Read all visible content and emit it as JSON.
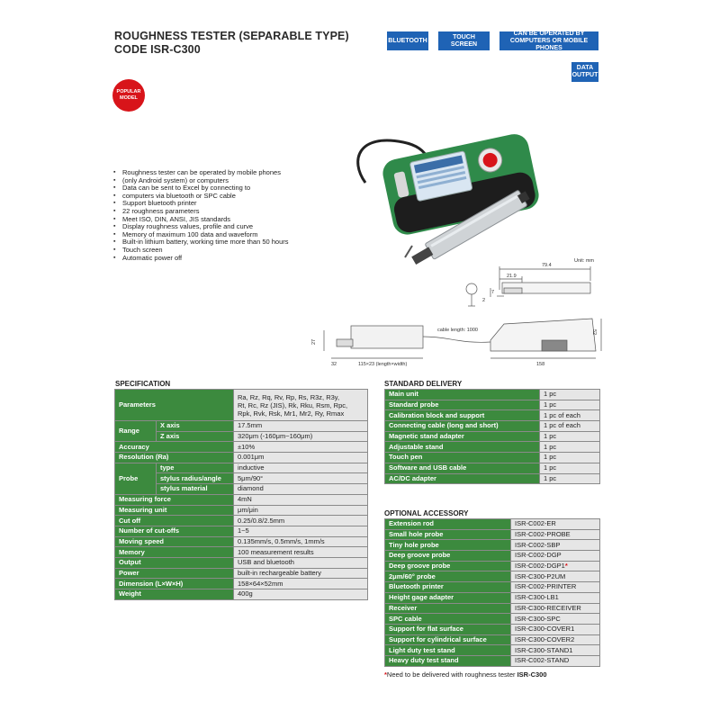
{
  "header": {
    "title_line1": "ROUGHNESS TESTER (SEPARABLE TYPE)",
    "title_line2": "CODE ISR-C300"
  },
  "badges": {
    "bluetooth": "BLUETOOTH",
    "touch_screen": "TOUCH SCREEN",
    "computers_line1": "CAN BE OPERATED BY",
    "computers_line2": "COMPUTERS OR MOBILE PHONES",
    "data_line1": "DATA",
    "data_line2": "OUTPUT",
    "popular_line1": "POPULAR",
    "popular_line2": "MODEL",
    "color": "#1f63b5",
    "popular_color": "#d8141a"
  },
  "features": [
    "Roughness tester can be operated by mobile phones",
    "(only Android system) or computers",
    "Data can be sent to Excel by connecting to",
    "computers via bluetooth or SPC cable",
    "Support bluetooth printer",
    "22 roughness parameters",
    "Meet ISO, DIN, ANSI, JIS standards",
    "Display roughness values, profile and curve",
    "Memory of maximum 100 data and waveform",
    "Built-in lithium battery, working time more than 50 hours",
    "Touch screen",
    "Automatic power off"
  ],
  "drawing": {
    "unit": "Unit: mm",
    "dim_79_4": "79.4",
    "dim_21_9": "21.9",
    "dim_2": "2",
    "dim_7": "7",
    "cable_length": "cable length: 1000",
    "dim_27": "27",
    "dim_32_left": "32",
    "dim_115": "115×23 (length×width)",
    "dim_158": "158",
    "dim_52": "52"
  },
  "specification": {
    "title": "SPECIFICATION",
    "parameters_label": "Parameters",
    "parameters_line1": "Ra, Rz, Rq, Rv, Rp, Rs, R3z, R3y,",
    "parameters_line2": "Rt, Rc, Rz (JIS), Rk, Rku, Rsm, Rpc,",
    "parameters_line3": "Rpk, Rvk, Rsk, Mr1, Mr2, Ry, Rmax",
    "range_label": "Range",
    "range_x_label": "X axis",
    "range_x_value": "17.5mm",
    "range_z_label": "Z axis",
    "range_z_value": "320μm (-160μm~160μm)",
    "accuracy_label": "Accuracy",
    "accuracy_value": "±10%",
    "resolution_label": "Resolution (Ra)",
    "resolution_value": "0.001μm",
    "probe_label": "Probe",
    "probe_type_label": "type",
    "probe_type_value": "inductive",
    "probe_radius_label": "stylus radius/angle",
    "probe_radius_value": "5μm/90°",
    "probe_material_label": "stylus material",
    "probe_material_value": "diamond",
    "rows": [
      {
        "label": "Measuring force",
        "value": "4mN"
      },
      {
        "label": "Measuring unit",
        "value": "μm/μin"
      },
      {
        "label": "Cut off",
        "value": "0.25/0.8/2.5mm"
      },
      {
        "label": "Number of cut-offs",
        "value": "1~5"
      },
      {
        "label": "Moving speed",
        "value": "0.135mm/s, 0.5mm/s, 1mm/s"
      },
      {
        "label": "Memory",
        "value": "100 measurement results"
      },
      {
        "label": "Output",
        "value": "USB and bluetooth"
      },
      {
        "label": "Power",
        "value": "built-in rechargeable battery"
      },
      {
        "label": "Dimension (L×W×H)",
        "value": "158×64×52mm"
      },
      {
        "label": "Weight",
        "value": "400g"
      }
    ]
  },
  "standard_delivery": {
    "title": "STANDARD DELIVERY",
    "rows": [
      {
        "label": "Main unit",
        "value": "1 pc"
      },
      {
        "label": "Standard probe",
        "value": "1 pc"
      },
      {
        "label": "Calibration block and support",
        "value": "1 pc of each"
      },
      {
        "label": "Connecting cable (long and short)",
        "value": "1 pc of each"
      },
      {
        "label": "Magnetic stand adapter",
        "value": "1 pc"
      },
      {
        "label": "Adjustable stand",
        "value": "1 pc"
      },
      {
        "label": "Touch pen",
        "value": "1 pc"
      },
      {
        "label": "Software and USB cable",
        "value": "1 pc"
      },
      {
        "label": "AC/DC adapter",
        "value": "1 pc"
      }
    ]
  },
  "optional_accessory": {
    "title": "OPTIONAL ACCESSORY",
    "rows": [
      {
        "label": "Extension rod",
        "value": "ISR-C002-ER"
      },
      {
        "label": "Small hole probe",
        "value": "ISR-C002-PROBE"
      },
      {
        "label": "Tiny hole probe",
        "value": "ISR-C002-SBP"
      },
      {
        "label": "Deep groove probe",
        "value": "ISR-C002-DGP"
      },
      {
        "label": "Deep groove probe",
        "value": "ISR-C002-DGP1",
        "star": "*"
      },
      {
        "label": "2μm/60° probe",
        "value": "ISR-C300-P2UM"
      },
      {
        "label": "Bluetooth printer",
        "value": "ISR-C002-PRINTER"
      },
      {
        "label": "Height gage adapter",
        "value": "ISR-C300-LB1"
      },
      {
        "label": "Receiver",
        "value": "ISR-C300-RECEIVER"
      },
      {
        "label": "SPC cable",
        "value": "ISR-C300-SPC"
      },
      {
        "label": "Support for flat surface",
        "value": "ISR-C300-COVER1"
      },
      {
        "label": "Support for cylindrical surface",
        "value": "ISR-C300-COVER2"
      },
      {
        "label": "Light duty test stand",
        "value": "ISR-C300-STAND1"
      },
      {
        "label": "Heavy duty test stand",
        "value": "ISR-C002-STAND"
      }
    ],
    "note_star": "*",
    "note_text": "Need to be delivered with roughness tester ",
    "note_code": "ISR-C300"
  },
  "colors": {
    "table_label_green": "#3c8a3e",
    "table_value_gray": "#e6e6e6",
    "device_green": "#2f8a4a",
    "accent_red": "#d8141a"
  }
}
